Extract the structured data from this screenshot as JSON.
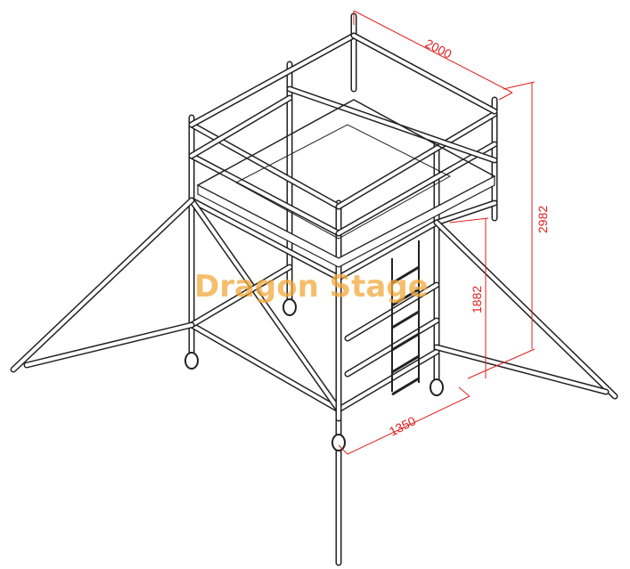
{
  "dimensions": {
    "length": "2000",
    "total_height": "2982",
    "platform_height": "1882",
    "width": "1350"
  },
  "watermark": "Dragon Stage",
  "colors": {
    "dimension": "#e02020",
    "watermark": "#f2a93b",
    "line": "#222222"
  }
}
